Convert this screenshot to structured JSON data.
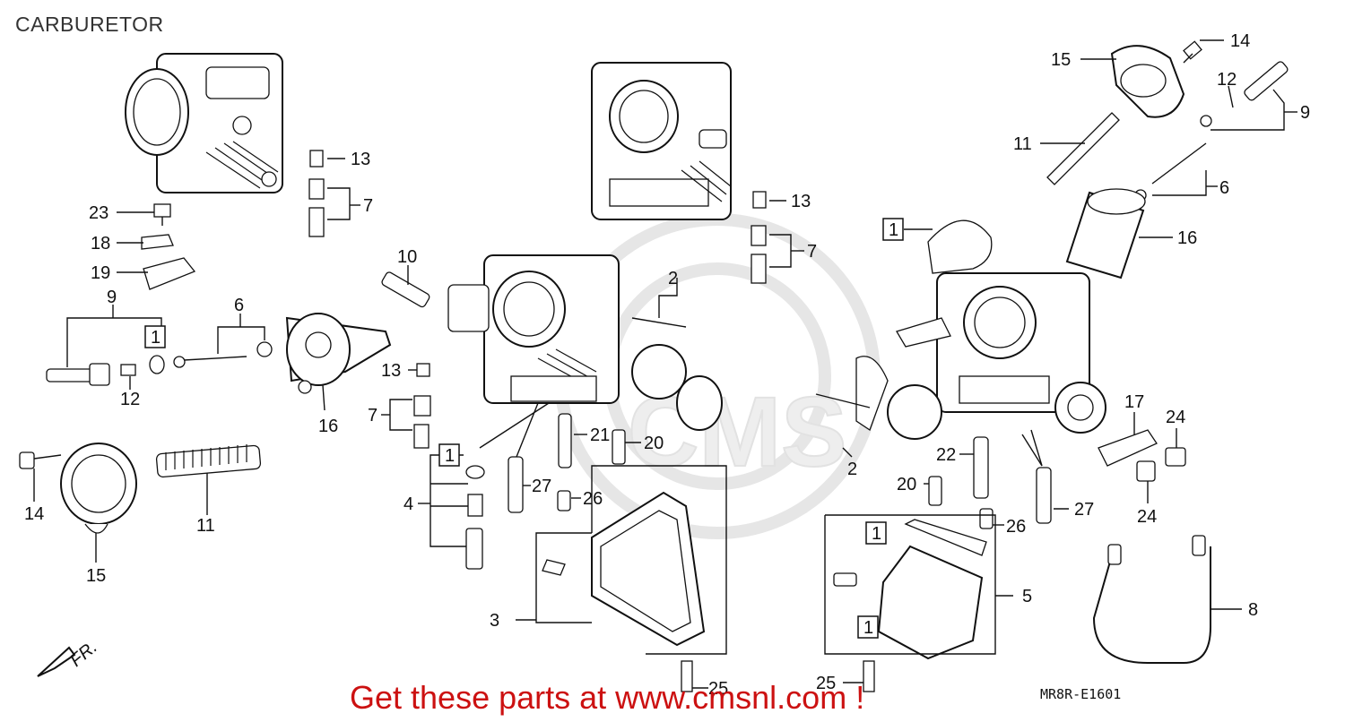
{
  "title": "CARBURETOR",
  "footer_text": "Get these parts at www.cmsnl.com !",
  "diagram_code": "MR8R-E1601",
  "direction_label": "FR.",
  "watermark_text": "CMS",
  "colors": {
    "footer": "#cc1111",
    "ink": "#111111",
    "title": "#333333"
  },
  "callouts": {
    "c1": "14",
    "c2": "15",
    "c3": "12",
    "c4": "9",
    "c5": "11",
    "c6": "6",
    "c7": "16",
    "c8": "1",
    "c9": "13",
    "c10": "7",
    "c11": "13",
    "c12": "7",
    "c13": "23",
    "c14": "18",
    "c15": "19",
    "c16": "9",
    "c17": "6",
    "c18": "1",
    "c19": "12",
    "c20": "16",
    "c21": "10",
    "c22": "2",
    "c23": "13",
    "c24": "7",
    "c25": "21",
    "c26": "20",
    "c27": "1",
    "c28": "27",
    "c29": "26",
    "c30": "4",
    "c31": "14",
    "c32": "11",
    "c33": "15",
    "c34": "3",
    "c35": "25",
    "c36": "2",
    "c37": "22",
    "c38": "20",
    "c39": "27",
    "c40": "26",
    "c41": "1",
    "c42": "5",
    "c43": "1",
    "c44": "17",
    "c45": "24",
    "c46": "24",
    "c47": "8",
    "c48": "25"
  }
}
